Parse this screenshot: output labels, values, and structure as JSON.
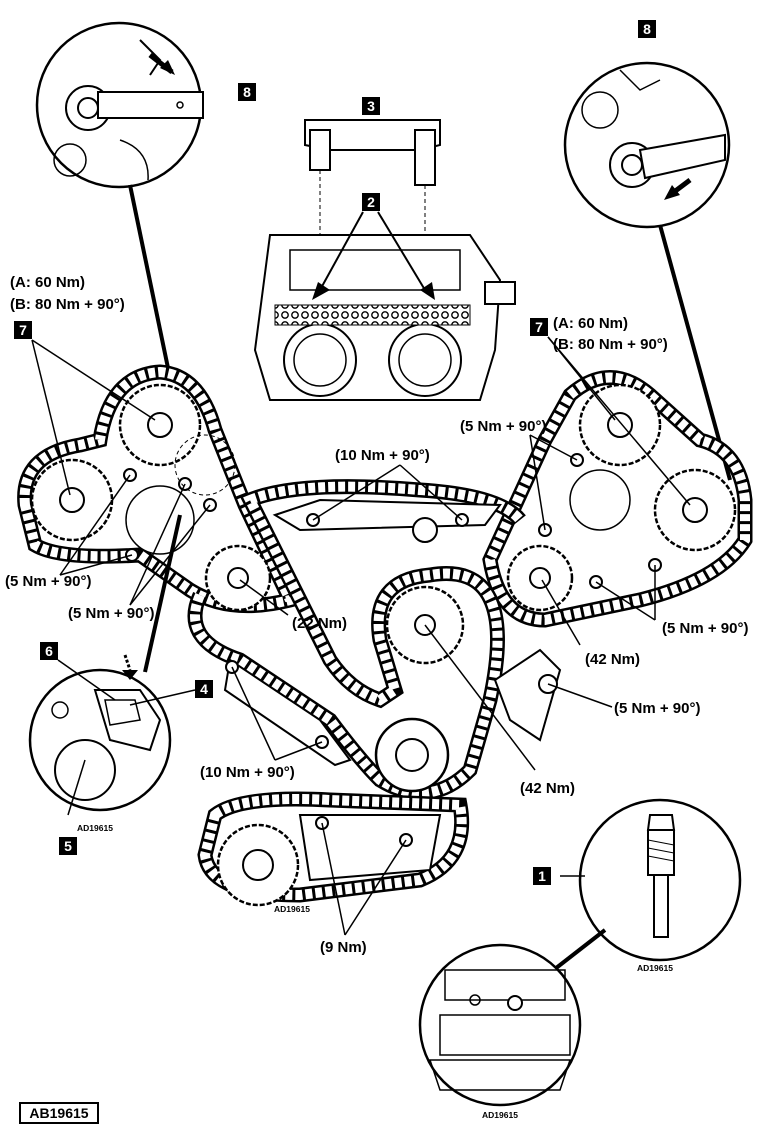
{
  "torques": {
    "left_cam_a": "(A: 60 Nm)",
    "left_cam_b": "(B: 80 Nm + 90°)",
    "right_cam_a": "(A: 60 Nm)",
    "right_cam_b": "(B: 80 Nm + 90°)",
    "top_guide": "(10 Nm + 90°)",
    "right_guide_upper": "(5 Nm + 90°)",
    "left_guide_lower": "(5 Nm + 90°)",
    "left_guide_mid": "(5 Nm + 90°)",
    "left_idler": "(22 Nm)",
    "right_idler": "(42 Nm)",
    "right_guide_lower": "(5 Nm + 90°)",
    "tensioner": "(5 Nm + 90°)",
    "lower_guide": "(10 Nm + 90°)",
    "center_idler": "(42 Nm)",
    "oil_pump_guide": "(9 Nm)"
  },
  "callouts": {
    "c1": "1",
    "c2": "2",
    "c3": "3",
    "c4": "4",
    "c5": "5",
    "c6": "6",
    "c7_left": "7",
    "c7_right": "7",
    "c8_left": "8",
    "c8_right": "8"
  },
  "small_refs": {
    "inset_tensioner": "AD19615",
    "lower_chain": "AD19615",
    "pin_tool": "AD19615",
    "crank_inset": "AD19615"
  },
  "figure_ref": "AB19615"
}
